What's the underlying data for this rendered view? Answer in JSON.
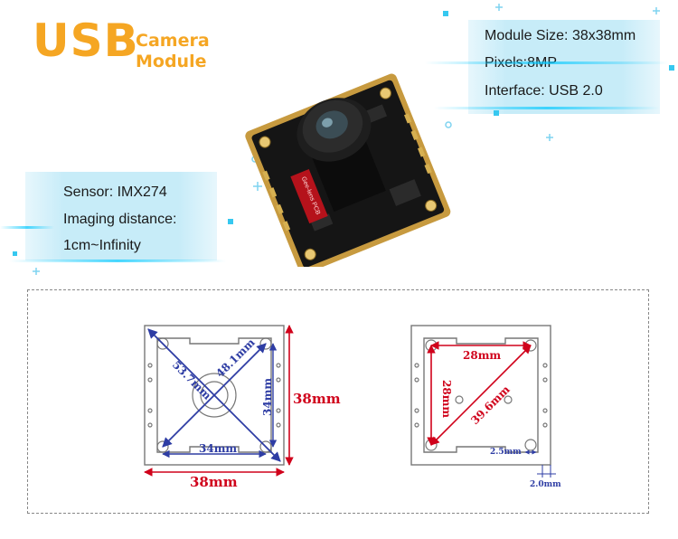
{
  "title": {
    "main": "USB",
    "sub_line1": "Camera",
    "sub_line2": "Module"
  },
  "specs_right": [
    "Module Size: 38x38mm",
    "Pixels:8MP",
    "Interface: USB 2.0"
  ],
  "specs_left": [
    "Sensor: IMX274",
    "Imaging distance:",
    "1cm~Infinity"
  ],
  "board_chip_text": "Gee-lens PCB",
  "diagram_left": {
    "diag_a": "53.7mm",
    "diag_b": "48.1mm",
    "vertical_inner": "34mm",
    "vertical_outer": "38mm",
    "horizontal_inner": "34mm",
    "horizontal_outer": "38mm"
  },
  "diagram_right": {
    "horizontal": "28mm",
    "vertical": "28mm",
    "diagonal": "39.6mm",
    "hole_spacing": "2.5mm",
    "edge_offset": "2.0mm"
  },
  "colors": {
    "accent": "#f5a623",
    "dimension": "#d0021b",
    "diagonal": "#2e3da4"
  }
}
